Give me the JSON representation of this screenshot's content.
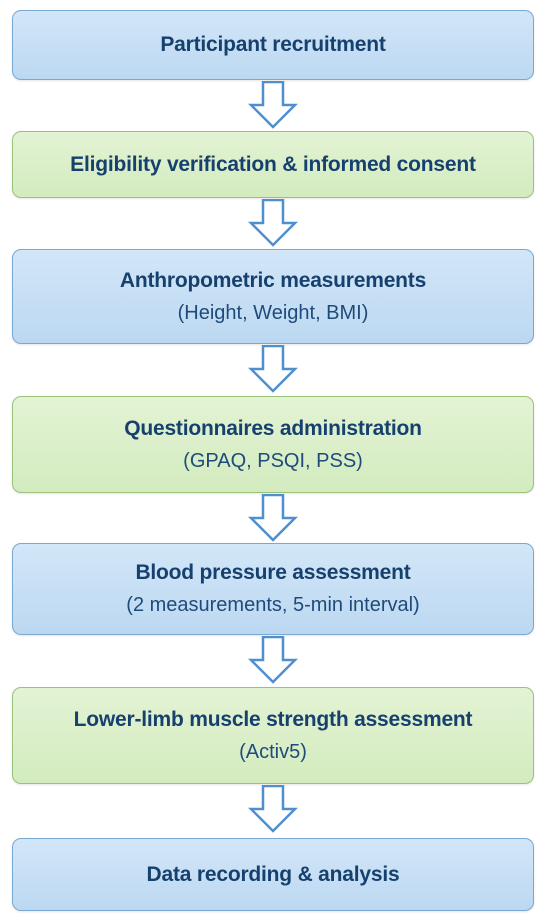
{
  "steps": [
    {
      "title": "Participant recruitment",
      "subtitle": "",
      "color": "#bcd8f1"
    },
    {
      "title": "Eligibility verification & informed consent",
      "subtitle": "",
      "color": "#d3ebbf"
    },
    {
      "title": "Anthropometric measurements",
      "subtitle": "(Height, Weight, BMI)",
      "color": "#bcd8f1"
    },
    {
      "title": "Questionnaires administration",
      "subtitle": "(GPAQ, PSQI, PSS)",
      "color": "#d3ebbf"
    },
    {
      "title": "Blood pressure assessment",
      "subtitle": "(2 measurements, 5-min interval)",
      "color": "#bcd8f1"
    },
    {
      "title": "Lower-limb muscle strength assessment",
      "subtitle": "(Activ5)",
      "color": "#d3ebbf"
    },
    {
      "title": "Data recording & analysis",
      "subtitle": "",
      "color": "#bcd8f1"
    }
  ],
  "arrow_icon": "hollow-down-arrow-icon",
  "colors": {
    "text": "#16406d",
    "blue_border": "#79a8d1",
    "green_border": "#99c27c",
    "arrow_stroke": "#4f8fcf"
  }
}
